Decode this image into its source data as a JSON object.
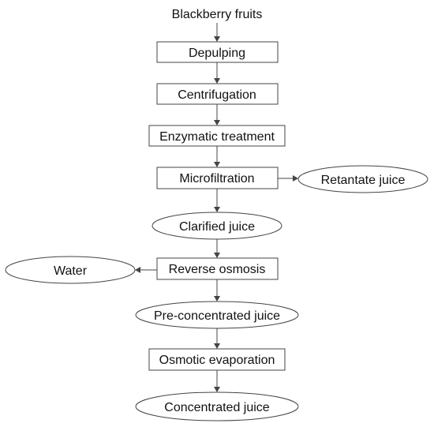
{
  "diagram": {
    "source": "Blackberry fruits",
    "steps": {
      "depulping": "Depulping",
      "centrifugation": "Centrifugation",
      "enzymatic": "Enzymatic treatment",
      "microfiltration": "Microfiltration",
      "reverse_osmosis": "Reverse osmosis",
      "osmotic_evaporation": "Osmotic evaporation"
    },
    "products": {
      "retentate": "Retantate juice",
      "clarified": "Clarified juice",
      "water": "Water",
      "pre_concentrated": "Pre-concentrated juice",
      "concentrated": "Concentrated juice"
    }
  }
}
